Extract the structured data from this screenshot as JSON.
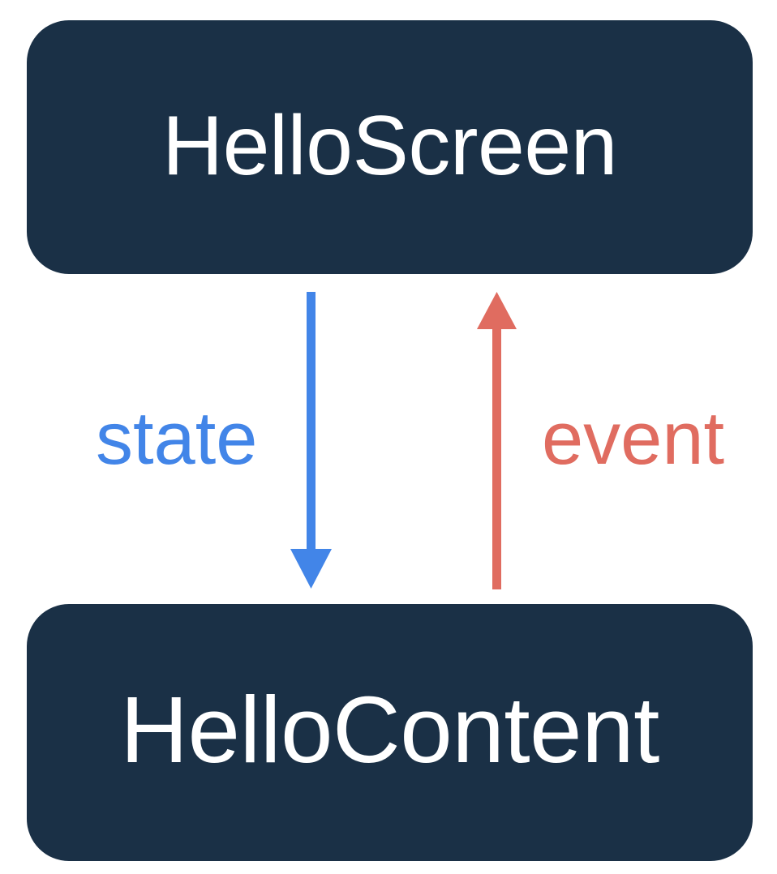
{
  "diagram": {
    "title": "HelloScreen / HelloContent state-event flow",
    "background_color": "#ffffff",
    "node_fill_color": "#1a3046",
    "node_text_color": "#ffffff",
    "state_color": "#4285e8",
    "event_color": "#e06c60",
    "nodes": [
      {
        "id": "hello-screen",
        "label": "HelloScreen",
        "position": "top"
      },
      {
        "id": "hello-content",
        "label": "HelloContent",
        "position": "bottom"
      }
    ],
    "edges": [
      {
        "id": "state-edge",
        "label": "state",
        "from": "HelloScreen",
        "to": "HelloContent",
        "direction": "down",
        "color": "#4285e8"
      },
      {
        "id": "event-edge",
        "label": "event",
        "from": "HelloContent",
        "to": "HelloScreen",
        "direction": "up",
        "color": "#e06c60"
      }
    ]
  },
  "icons": {
    "state_arrow": "arrow-down-icon",
    "event_arrow": "arrow-up-icon"
  }
}
